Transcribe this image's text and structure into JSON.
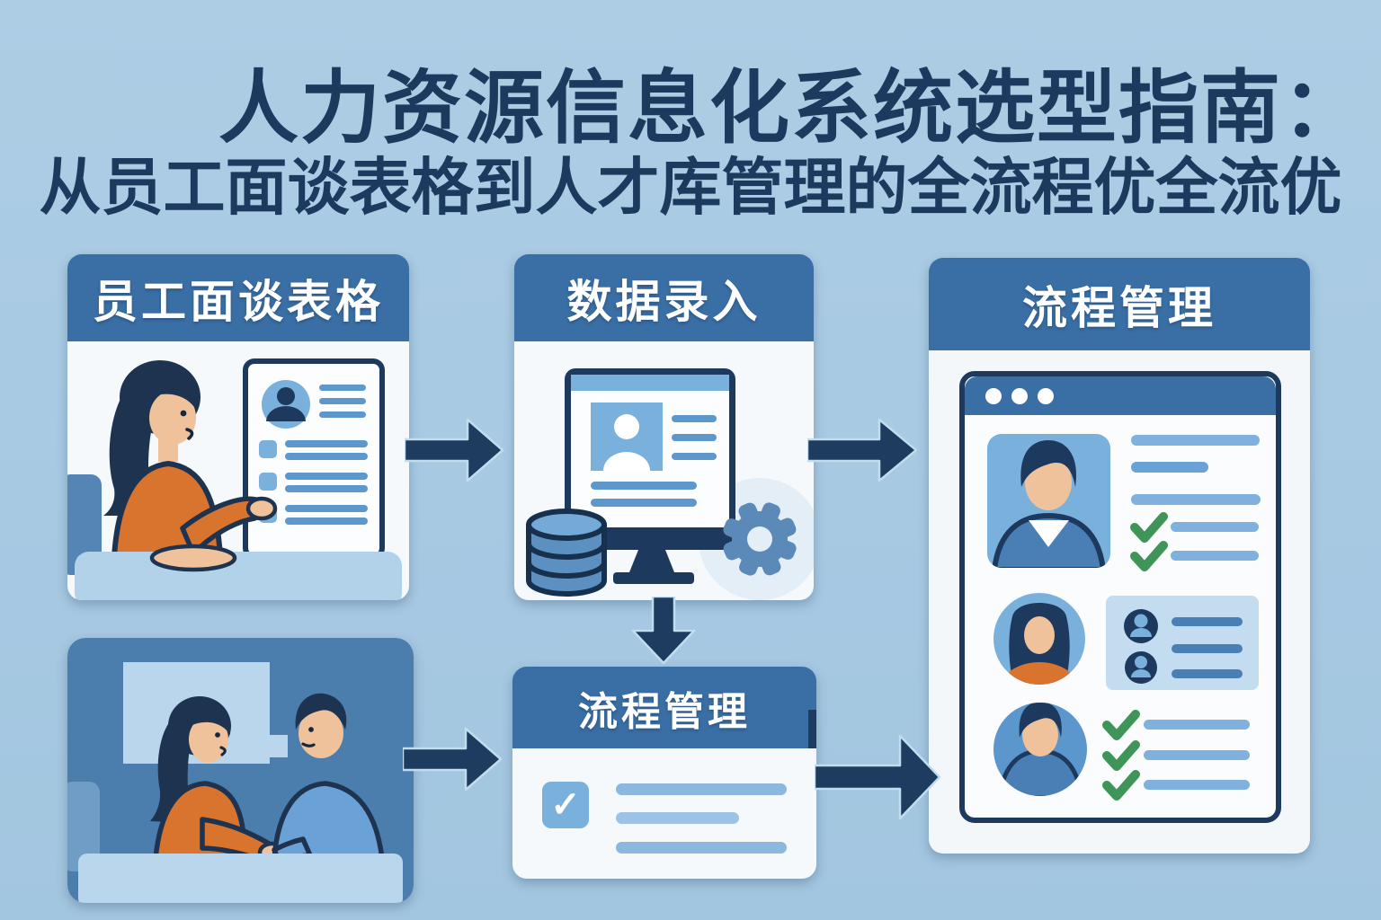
{
  "title": {
    "line1": "人力资源信息化系统选型指南：",
    "line2": "从员工面谈表格到人才库管理的全流程优全流优"
  },
  "cards": {
    "interview_form": {
      "label": "员工面谈表格"
    },
    "data_entry": {
      "label": "数据录入"
    },
    "process_mgmt": {
      "label": "流程管理"
    },
    "process_mgmt_small": {
      "label": "流程管理"
    }
  },
  "flow": {
    "arrows": [
      {
        "from": "interview_form",
        "to": "data_entry",
        "direction": "right"
      },
      {
        "from": "data_entry",
        "to": "process_mgmt",
        "direction": "right"
      },
      {
        "from": "data_entry",
        "to": "process_mgmt_small",
        "direction": "down"
      },
      {
        "from": "interview_scene",
        "to": "process_mgmt_small",
        "direction": "right"
      },
      {
        "from": "process_mgmt_small",
        "to": "process_mgmt",
        "direction": "right"
      }
    ]
  },
  "icons": {
    "check": "✓"
  },
  "colors": {
    "background": "#a9cae2",
    "header_blue": "#3a6fa5",
    "title_navy": "#1c3a5e",
    "arrow_navy": "#1d3c5f",
    "card_bg": "#f5f9fc",
    "accent_blue": "#7ab0dc",
    "line_blue": "#5e97cb",
    "roster_line_blue": "#4a7fb5",
    "orange": "#d9742f",
    "green_check": "#3f9457",
    "scene_bg": "#4b7dad",
    "skin": "#f0c29b",
    "hair_navy": "#1d3350"
  }
}
